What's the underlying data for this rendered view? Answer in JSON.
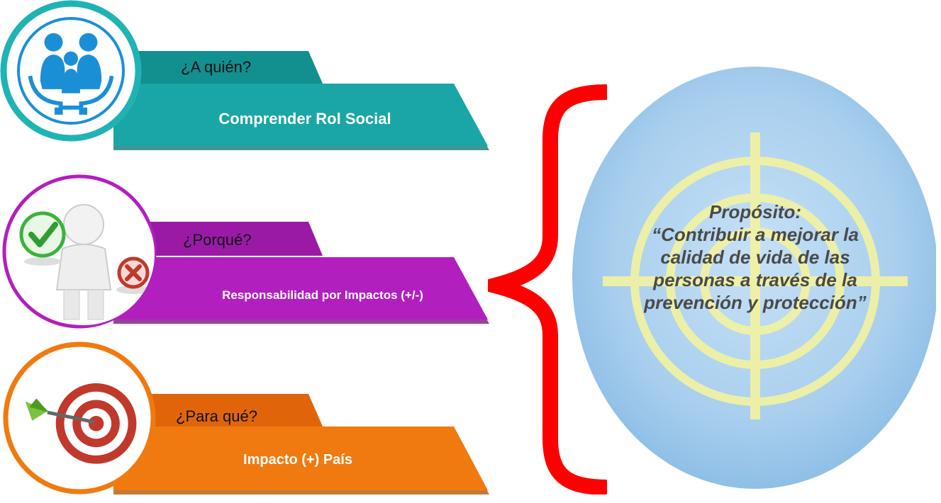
{
  "rows": [
    {
      "question": "¿A quién?",
      "banner": "Comprender Rol Social",
      "color_main": "#1aa6a6",
      "color_dark": "#0e7a7a",
      "icon": "family-hands-icon"
    },
    {
      "question": "¿Porqué?",
      "banner": "Responsabilidad por Impactos (+/-)",
      "color_main": "#b21fbf",
      "color_dark": "#7e1287",
      "icon": "person-check-cross-icon"
    },
    {
      "question": "¿Para qué?",
      "banner": "Impacto (+) País",
      "color_main": "#f07a10",
      "color_dark": "#b85800",
      "icon": "target-dart-icon"
    }
  ],
  "purpose": {
    "title": "Propósito:",
    "line1": "“Contribuir a mejorar la",
    "line2": "calidad de vida de las",
    "line3": "personas a través de la",
    "line4": "prevención y protección”"
  },
  "colors": {
    "brace": "#ff0000",
    "circle_fill": "#a9cfee",
    "crosshair": "#f3f3a0"
  }
}
